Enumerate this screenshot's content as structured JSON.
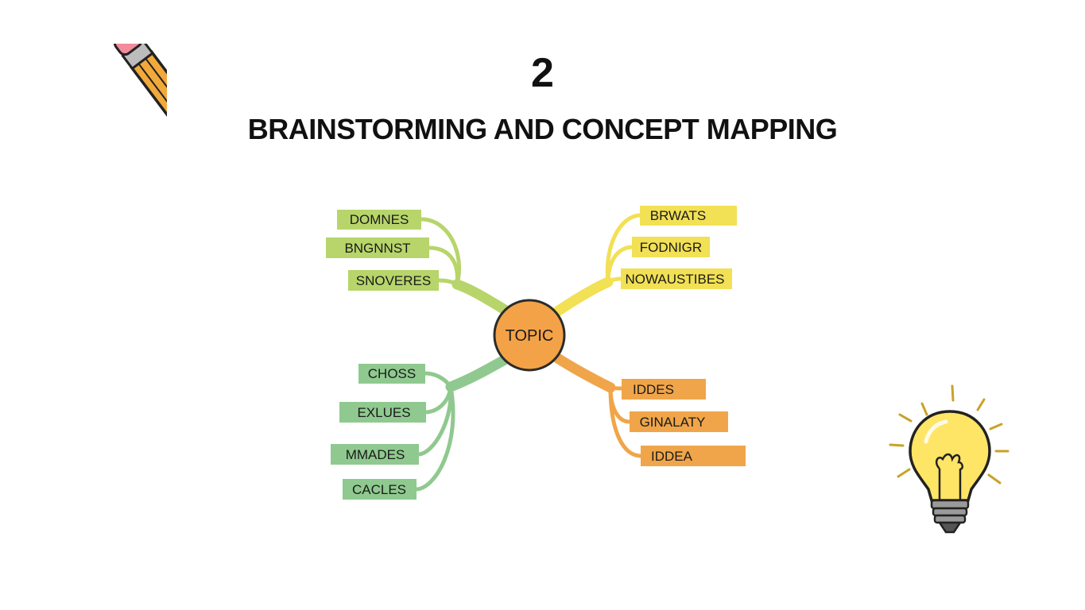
{
  "header": {
    "number": "2",
    "title": "BRAINSTORMING AND CONCEPT MAPPING"
  },
  "mindmap": {
    "center": {
      "label": "TOPIC",
      "fill": "#f4a248",
      "stroke": "#2b2b2b"
    },
    "branches": [
      {
        "color": "#b7d56a",
        "labels": [
          "DOMNES",
          "BNGNNST",
          "SNOVERES"
        ]
      },
      {
        "color": "#f2e055",
        "labels": [
          "BRWATS",
          "FODNIGR",
          "NOWAUSTIBES"
        ]
      },
      {
        "color": "#8fc98f",
        "labels": [
          "CHOSS",
          "EXLUES",
          "MMADES",
          "CACLES"
        ]
      },
      {
        "color": "#f0a54a",
        "labels": [
          "IDDES",
          "GINALATY",
          "IDDEA"
        ]
      }
    ]
  },
  "decorations": {
    "pencil_icon": "pencil-icon",
    "lightbulb_icon": "lightbulb-icon",
    "pencil_body_color": "#f2a93b",
    "eraser_color": "#f28b9b",
    "bulb_color": "#ffe566"
  }
}
